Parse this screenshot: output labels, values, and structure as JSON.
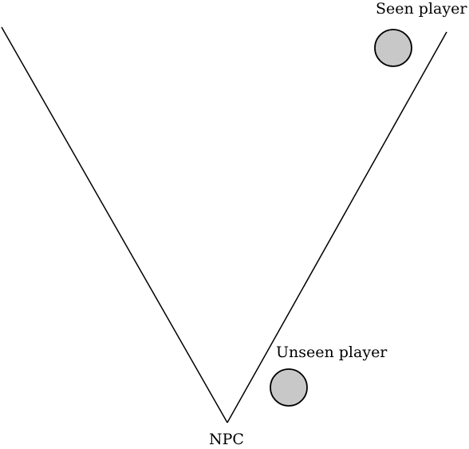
{
  "labels": {
    "seen_player": "Seen player",
    "unseen_player": "Unseen player",
    "npc": "NPC"
  },
  "colors": {
    "line": "#000000",
    "player_fill": "#c8c8c8",
    "player_stroke": "#000000",
    "background": "#ffffff"
  }
}
